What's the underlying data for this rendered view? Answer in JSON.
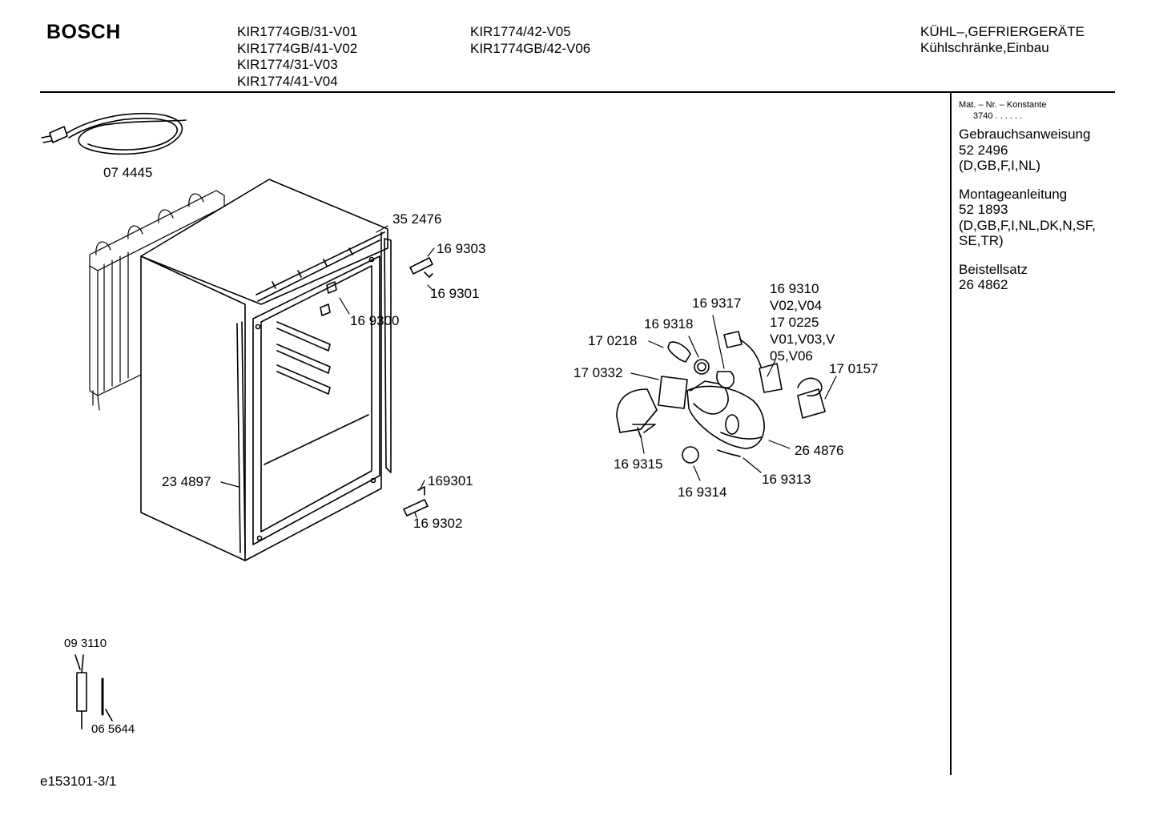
{
  "header": {
    "brand": "BOSCH",
    "models_col1": [
      "KIR1774GB/31-V01",
      "KIR1774GB/41-V02",
      "KIR1774/31-V03",
      "KIR1774/41-V04"
    ],
    "models_col2": [
      "KIR1774/42-V05",
      "KIR1774GB/42-V06"
    ],
    "category": [
      "KÜHL–,GEFRIERGERÄTE",
      "Kühlschränke,Einbau"
    ]
  },
  "sidebar": {
    "konstante_label": "Mat. – Nr. – Konstante",
    "konstante_value": "3740  .  .  .  .  .  .",
    "items": [
      {
        "title": "Gebrauchsanweisung",
        "number": "52 2496",
        "languages": "(D,GB,F,I,NL)"
      },
      {
        "title": "Montageanleitung",
        "number": "52 1893",
        "languages": "(D,GB,F,I,NL,DK,N,SF,\nSE,TR)"
      },
      {
        "title": "Beistellsatz",
        "number": "26 4862",
        "languages": ""
      }
    ]
  },
  "part_labels": [
    {
      "id": "p074445",
      "text": "07 4445"
    },
    {
      "id": "p352476",
      "text": "35 2476"
    },
    {
      "id": "p169303",
      "text": "16 9303"
    },
    {
      "id": "p169301",
      "text": "16 9301"
    },
    {
      "id": "p169300",
      "text": "16 9300"
    },
    {
      "id": "p234897",
      "text": "23 4897"
    },
    {
      "id": "p169301b",
      "text": "169301"
    },
    {
      "id": "p169302",
      "text": "16 9302"
    },
    {
      "id": "p169310",
      "text": "16 9310"
    },
    {
      "id": "pV02V04",
      "text": "V02,V04"
    },
    {
      "id": "p170225",
      "text": "17 0225"
    },
    {
      "id": "pV01V03",
      "text": "V01,V03,V"
    },
    {
      "id": "p05V06",
      "text": "05,V06"
    },
    {
      "id": "p169317",
      "text": "16 9317"
    },
    {
      "id": "p169318",
      "text": "16 9318"
    },
    {
      "id": "p170218",
      "text": "17 0218"
    },
    {
      "id": "p170332",
      "text": "17 0332"
    },
    {
      "id": "p170157",
      "text": "17 0157"
    },
    {
      "id": "p264876",
      "text": "26 4876"
    },
    {
      "id": "p169315",
      "text": "16 9315"
    },
    {
      "id": "p169314",
      "text": "16 9314"
    },
    {
      "id": "p169313",
      "text": "16 9313"
    },
    {
      "id": "p093110",
      "text": "09 3110"
    },
    {
      "id": "p065644",
      "text": "06 5644"
    }
  ],
  "footer": {
    "code": "e153101-3/1"
  }
}
